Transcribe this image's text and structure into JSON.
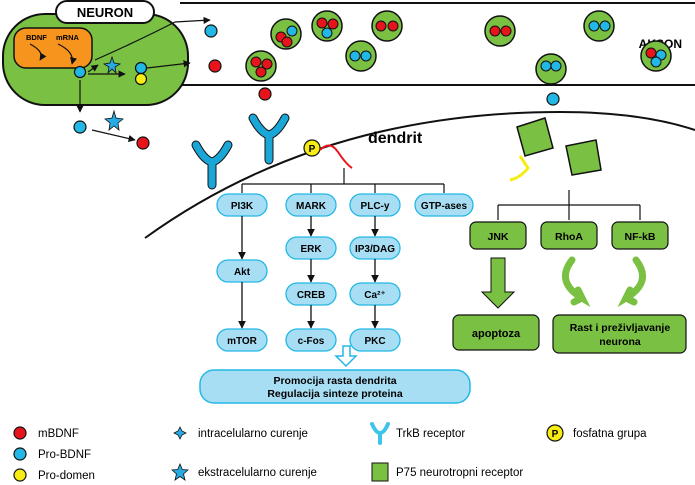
{
  "title": "NEURON",
  "axon_label": "AKSON",
  "dendrite_label": "dendrit",
  "nucleus": {
    "gene_label": "BDNF",
    "mrna_label": "mRNA"
  },
  "phosphate_symbol": "P",
  "trk_pathways": [
    {
      "head": "PI3K",
      "steps": [
        "Akt",
        "mTOR"
      ]
    },
    {
      "head": "MARK",
      "steps": [
        "ERK",
        "CREB",
        "c-Fos"
      ]
    },
    {
      "head": "PLC-y",
      "steps": [
        "IP3/DAG",
        "Ca²⁺",
        "PKC"
      ]
    },
    {
      "head": "GTP-ases",
      "steps": []
    }
  ],
  "trk_outcome": [
    "Promocija rasta dendrita",
    "Regulacija sinteze proteina"
  ],
  "p75_pathways": [
    "JNK",
    "RhoA",
    "NF-kB"
  ],
  "p75_outcomes": {
    "apoptosis": "apoptoza",
    "survival": [
      "Rast i preživljavanje",
      "neurona"
    ]
  },
  "legend": [
    {
      "symbol": "mbdnf",
      "label": "mBDNF"
    },
    {
      "symbol": "probdnf",
      "label": "Pro-BDNF"
    },
    {
      "symbol": "prodomain",
      "label": "Pro-domen"
    },
    {
      "symbol": "intra-star",
      "label": "intracelularno curenje"
    },
    {
      "symbol": "extra-star",
      "label": "ekstracelularno curenje"
    },
    {
      "symbol": "trkb",
      "label": "TrkB receptor"
    },
    {
      "symbol": "p75",
      "label": "P75 neurotropni receptor"
    },
    {
      "symbol": "phosphate",
      "label": "fosfatna grupa"
    }
  ],
  "colors": {
    "mbdnf": "#e8141c",
    "probdnf": "#23b7e5",
    "prodomain": "#f7ec13",
    "cell_green": "#7ac143",
    "nucleus_orange": "#f7941d",
    "box_blue": "#a8def4",
    "star": "#27aae1",
    "receptor_cyan": "#3cc4ea"
  }
}
